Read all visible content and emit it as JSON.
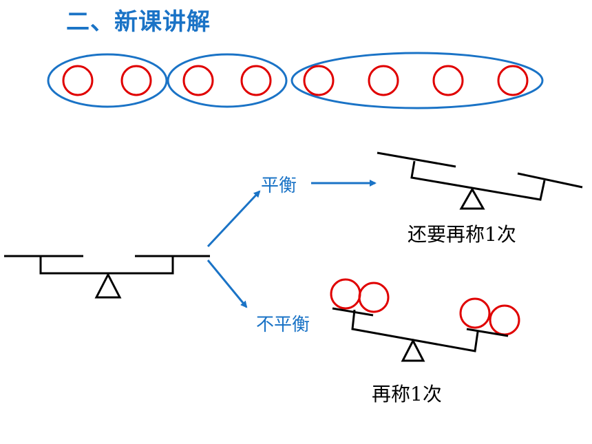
{
  "title": "二、新课讲解",
  "colors": {
    "title": "#1a73c6",
    "group_ellipse": "#1a73c6",
    "ball": "#e00000",
    "arrow": "#1a73c6",
    "scale": "#000000"
  },
  "groups": [
    {
      "balls": 2
    },
    {
      "balls": 2
    },
    {
      "balls": 4
    }
  ],
  "branches": {
    "balanced": {
      "label": "平衡",
      "result": "还要再称1次"
    },
    "unbalanced": {
      "label": "不平衡",
      "result": "再称1次"
    }
  }
}
